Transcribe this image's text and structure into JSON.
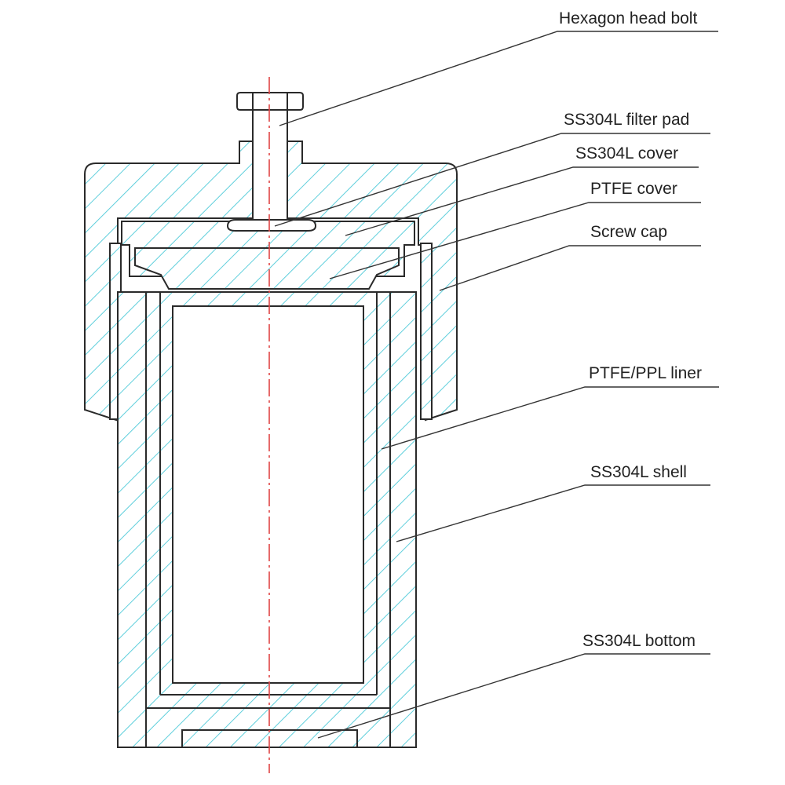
{
  "labels": {
    "hexagon_head_bolt": "Hexagon head bolt",
    "filter_pad": "SS304L filter pad",
    "ss_cover": "SS304L cover",
    "ptfe_cover": "PTFE cover",
    "screw_cap": "Screw cap",
    "liner": "PTFE/PPL liner",
    "shell": "SS304L shell",
    "bottom": "SS304L bottom"
  },
  "colors": {
    "hatch": "#5fcfdc",
    "outline": "#2a2a2a",
    "centerline": "#e04545",
    "text": "#222222"
  }
}
